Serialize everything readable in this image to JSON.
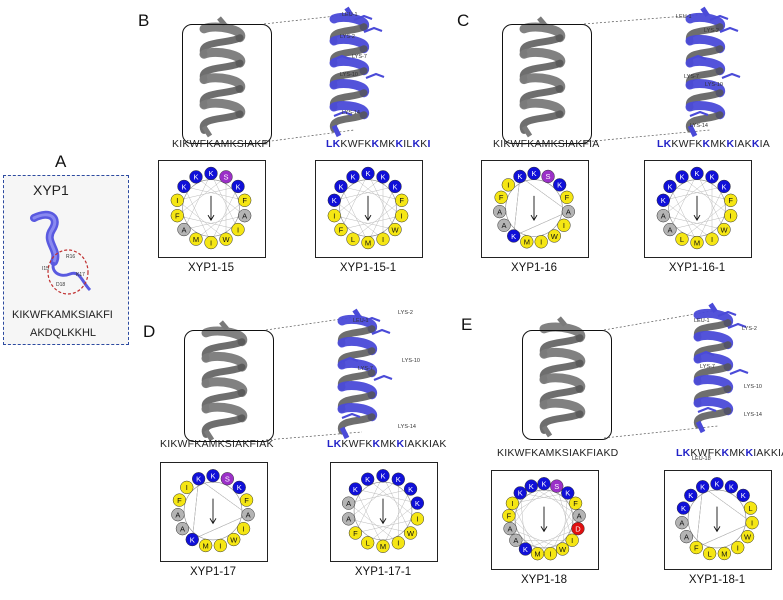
{
  "panelA": {
    "label": "A",
    "title": "XYP1",
    "seq1": "KIKWFKAMKSIAKFI",
    "seq2": "AKDQLKKHL",
    "residue_labels": [
      "R16",
      "I15",
      "K17",
      "D18"
    ]
  },
  "panels": [
    {
      "label": "B",
      "seq_left": "KIKWFKAMKSIAKFI",
      "seq_right_parts": [
        [
          "LK",
          "b"
        ],
        [
          "KWFK",
          "n"
        ],
        [
          "K",
          "b"
        ],
        [
          "MK",
          "n"
        ],
        [
          "K",
          "b"
        ],
        [
          "IL",
          "n"
        ],
        [
          "K",
          "b"
        ],
        [
          "K",
          "n"
        ],
        [
          "I",
          "b"
        ]
      ],
      "res_labels": [
        "LEU-1",
        "LYS-2",
        "LYS-7",
        "LYS-10",
        "LYS-14"
      ],
      "wheel_left": {
        "title": "XYP1-15",
        "residues": [
          "K",
          "K",
          "S",
          "K",
          "F",
          "A",
          "I",
          "W",
          "I",
          "M",
          "A",
          "F",
          "I",
          "K"
        ]
      },
      "wheel_right": {
        "title": "XYP1-15-1",
        "residues": [
          "K",
          "K",
          "K",
          "K",
          "F",
          "I",
          "W",
          "I",
          "M",
          "L",
          "F",
          "I",
          "K",
          "K"
        ]
      }
    },
    {
      "label": "C",
      "seq_left": "KIKWFKAMKSIAKFIA",
      "seq_right_parts": [
        [
          "LK",
          "b"
        ],
        [
          "KWFK",
          "n"
        ],
        [
          "K",
          "b"
        ],
        [
          "MK",
          "n"
        ],
        [
          "K",
          "b"
        ],
        [
          "IAK",
          "n"
        ],
        [
          "K",
          "b"
        ],
        [
          "IA",
          "n"
        ]
      ],
      "res_labels": [
        "LEU-1",
        "LYS-2",
        "LYS-7",
        "LYS-10",
        "LYS-14"
      ],
      "wheel_left": {
        "title": "XYP1-16",
        "residues": [
          "K",
          "K",
          "S",
          "K",
          "F",
          "A",
          "I",
          "W",
          "I",
          "M",
          "K",
          "A",
          "A",
          "F",
          "I"
        ]
      },
      "wheel_right": {
        "title": "XYP1-16-1",
        "residues": [
          "K",
          "K",
          "K",
          "K",
          "F",
          "I",
          "W",
          "I",
          "M",
          "L",
          "A",
          "A",
          "K",
          "K"
        ]
      }
    },
    {
      "label": "D",
      "seq_left": "KIKWFKAMKSIAKFIAK",
      "seq_right_parts": [
        [
          "LK",
          "b"
        ],
        [
          "KWFK",
          "n"
        ],
        [
          "K",
          "b"
        ],
        [
          "MK",
          "n"
        ],
        [
          "K",
          "b"
        ],
        [
          "IAKKIAK",
          "n"
        ]
      ],
      "res_labels": [
        "LEU-1",
        "LYS-2",
        "LYS-7",
        "LYS-10",
        "LYS-14"
      ],
      "wheel_left": {
        "title": "XYP1-17",
        "residues": [
          "K",
          "K",
          "S",
          "K",
          "F",
          "A",
          "I",
          "W",
          "I",
          "M",
          "K",
          "A",
          "A",
          "F",
          "I"
        ]
      },
      "wheel_right": {
        "title": "XYP1-17-1",
        "residues": [
          "K",
          "K",
          "K",
          "K",
          "K",
          "I",
          "W",
          "I",
          "M",
          "L",
          "F",
          "A",
          "A",
          "K"
        ]
      }
    },
    {
      "label": "E",
      "seq_left": "KIKWFKAMKSIAKFIAKD",
      "seq_right_parts": [
        [
          "LK",
          "b"
        ],
        [
          "KWFK",
          "n"
        ],
        [
          "K",
          "b"
        ],
        [
          "MK",
          "n"
        ],
        [
          "K",
          "b"
        ],
        [
          "IAKKIAK",
          "n"
        ],
        [
          "L",
          "b"
        ]
      ],
      "res_labels": [
        "LEU-1",
        "LYS-2",
        "LYS-7",
        "LYS-10",
        "LYS-14",
        "LEU-18"
      ],
      "wheel_left": {
        "title": "XYP1-18",
        "residues": [
          "K",
          "K",
          "S",
          "K",
          "F",
          "A",
          "D",
          "I",
          "W",
          "I",
          "M",
          "K",
          "A",
          "A",
          "F",
          "I",
          "K"
        ]
      },
      "wheel_right": {
        "title": "XYP1-18-1",
        "residues": [
          "K",
          "K",
          "K",
          "K",
          "L",
          "I",
          "W",
          "I",
          "M",
          "L",
          "F",
          "A",
          "A",
          "K",
          "K"
        ]
      }
    }
  ],
  "colors": {
    "K": "#1010d8",
    "S": "#9b30c8",
    "D": "#e01010",
    "F": "#f5e614",
    "I": "#f5e614",
    "W": "#f5e614",
    "M": "#f5e614",
    "L": "#f5e614",
    "A": "#b4b4b4",
    "helix_blue": "#4a4ad8",
    "helix_gray": "#7a7a7a",
    "panelA_border": "#2c4aa0"
  }
}
